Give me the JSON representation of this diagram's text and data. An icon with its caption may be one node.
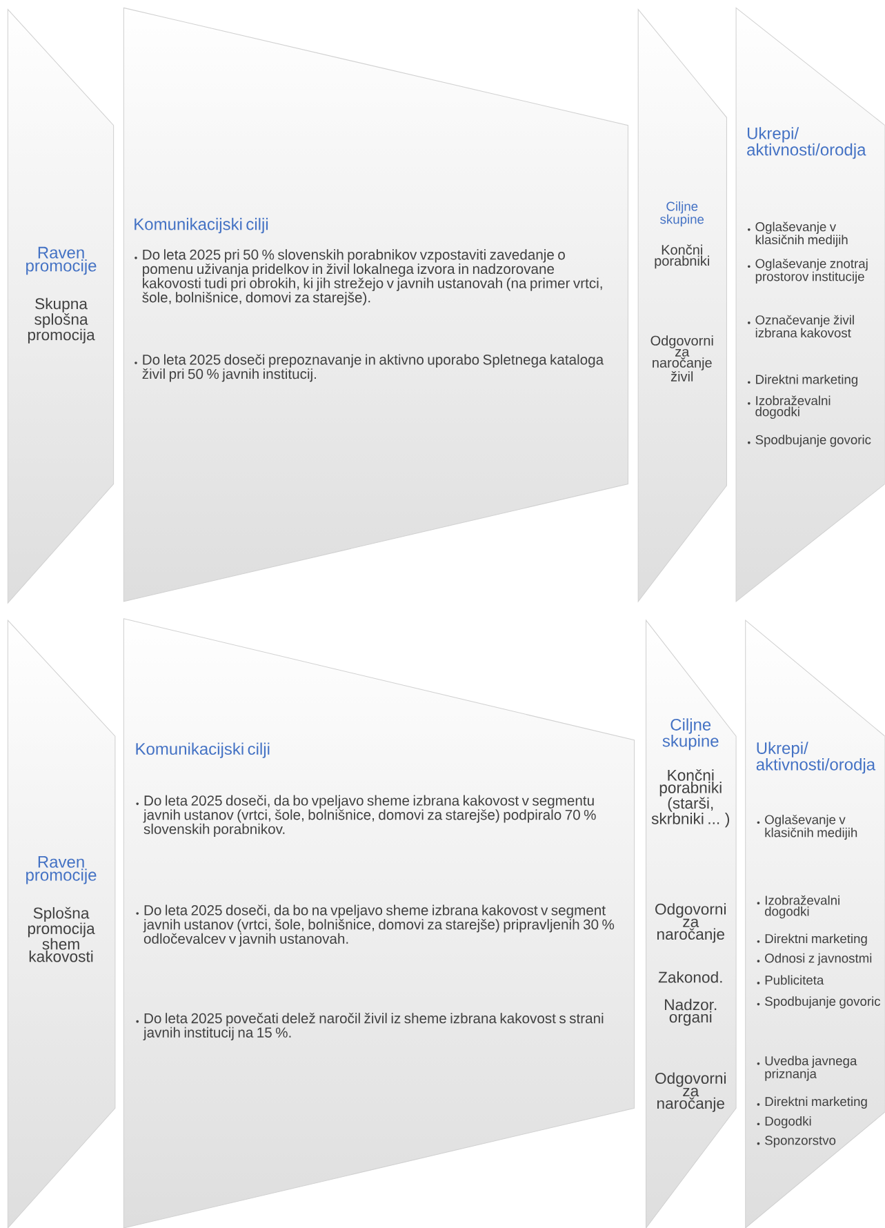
{
  "diagram": {
    "nodes": [
      {
        "text": [
          "Raven promocije",
          "Skupna splošna promocija"
        ]
      },
      {
        "text": [
          "Komunikacijski cilji",
          "Do leta 2025 pri 50 % slovenskih porabnikov vzpostaviti zavedanje o pomenu uživanja pridelkov in živil lokalnega izvora in nadzorovane kakovosti tudi pri obrokih, ki jih strežejo v javnih ustanovah (na primer vrtci, šole, bolnišnice, domovi za starejše).",
          "Do leta 2025 doseči prepoznavanje in aktivno uporabo Spletnega kataloga živil pri 50 % javnih institucij."
        ]
      },
      {
        "text": [
          "Ciljne skupine",
          "Končni porabniki",
          "Odgovorni za naročanje živil"
        ]
      },
      {
        "text": [
          "Ukrepi/ aktivnosti/orodja",
          "Oglaševanje v klasičnih medijih",
          "Oglaševanje znotraj prostorov institucije",
          "Označevanje živil izbrana kakovost",
          "Direktni marketing",
          "Izobraževalni dogodki",
          "Spodbujanje govoric"
        ]
      },
      {
        "text": [
          "Raven promocije",
          "Splošna promocija shem kakovosti"
        ]
      },
      {
        "text": [
          "Komunikacijski cilji",
          "Do leta 2025 doseči, da bo vpeljavo sheme izbrana kakovost v segmentu javnih ustanov (vrtci, šole, bolnišnice, domovi za starejše) podpiralo 70 % slovenskih porabnikov.",
          "Do leta 2025 doseči, da bo na vpeljavo sheme izbrana kakovost v segment javnih ustanov (vrtci, šole, bolnišnice, domovi za starejše) pripravljenih 30 % odločevalcev v javnih ustanovah.",
          "Do leta 2025 povečati delež naročil živil iz sheme izbrana kakovost s strani javnih institucij na 15 %."
        ]
      },
      {
        "text": [
          "Ciljne skupine",
          "Končni porabniki (starši, skrbniki ... )",
          "Odgovorni za naročanje",
          "Zakonod.",
          "Nadzor. organi",
          "Odgovorni za naročanje"
        ]
      },
      {
        "text": [
          "Ukrepi/ aktivnosti/orodja",
          "Oglaševanje v klasičnih medijih",
          "Izobraževalni dogodki",
          "Direktni marketing",
          "Odnosi z javnostmi",
          "Publiciteta",
          "Spodbujanje govoric",
          "Uvedba javnega priznanja",
          "Direktni marketing",
          "Dogodki",
          "Sponzorstvo"
        ]
      }
    ]
  }
}
